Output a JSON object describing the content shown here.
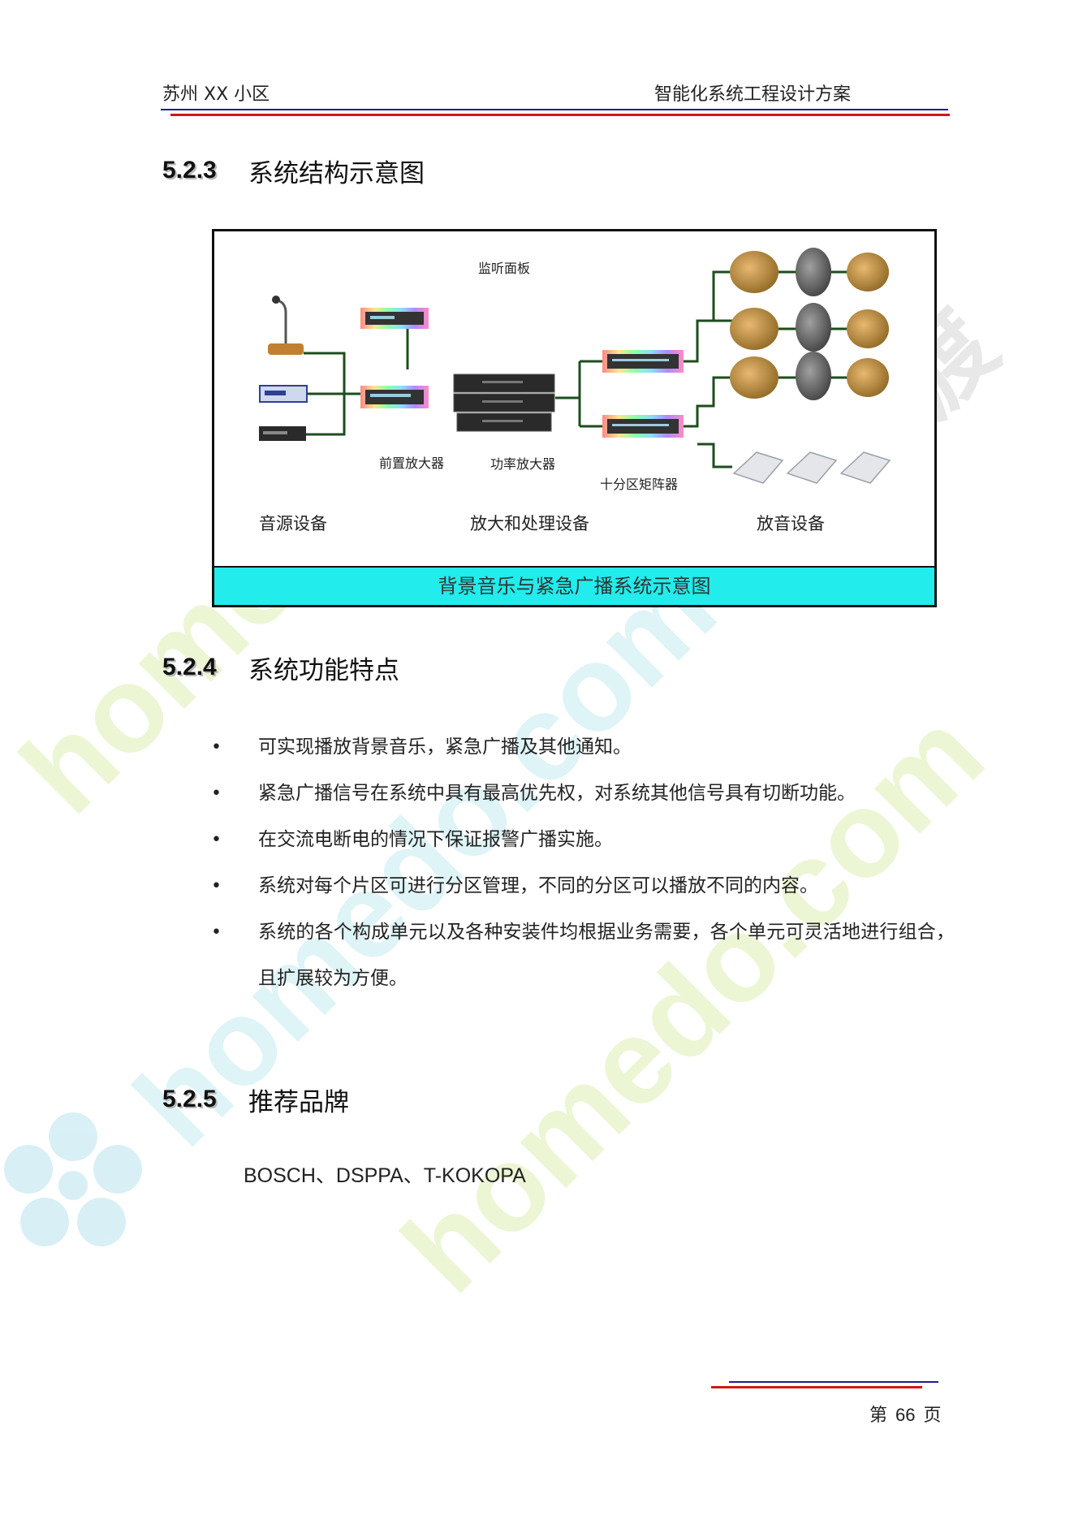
{
  "header": {
    "left": "苏州 XX 小区",
    "right": "智能化系统工程设计方案"
  },
  "sections": {
    "s523": {
      "number": "5.2.3",
      "title": "系统结构示意图"
    },
    "s524": {
      "number": "5.2.4",
      "title": "系统功能特点"
    },
    "s525": {
      "number": "5.2.5",
      "title": "推荐品牌"
    }
  },
  "diagram": {
    "labels": {
      "monitor_panel": "监听面板",
      "preamp": "前置放大器",
      "power_amp": "功率放大器",
      "matrix": "十分区矩阵器"
    },
    "groups": {
      "source": "音源设备",
      "amplify": "放大和处理设备",
      "speakers": "放音设备"
    },
    "caption": "背景音乐与紧急广播系统示意图"
  },
  "features": [
    "可实现播放背景音乐，紧急广播及其他通知。",
    "紧急广播信号在系统中具有最高优先权，对系统其他信号具有切断功能。",
    "在交流电断电的情况下保证报警广播实施。",
    "系统对每个片区可进行分区管理，不同的分区可以播放不同的内容。",
    "系统的各个构成单元以及各种安装件均根据业务需要，各个单元可灵活地进行组合，且扩展较为方便。"
  ],
  "bullet_symbol": "•",
  "brands": "BOSCH、DSPPA、T-KOKOPA",
  "footer": {
    "page_prefix": "第",
    "page_number": "66",
    "page_suffix": "页"
  },
  "watermark": {
    "text": "homedo.com",
    "logo_text": "河姆渡",
    "color_green": "#e6f4c8",
    "color_cyan": "#d6f2f6",
    "color_gray": "#e4e4e4"
  },
  "colors": {
    "rule_blue": "#1f1f8f",
    "rule_red": "#d01818",
    "caption_bg": "#22ecec",
    "connector": "#1e4d1e"
  }
}
